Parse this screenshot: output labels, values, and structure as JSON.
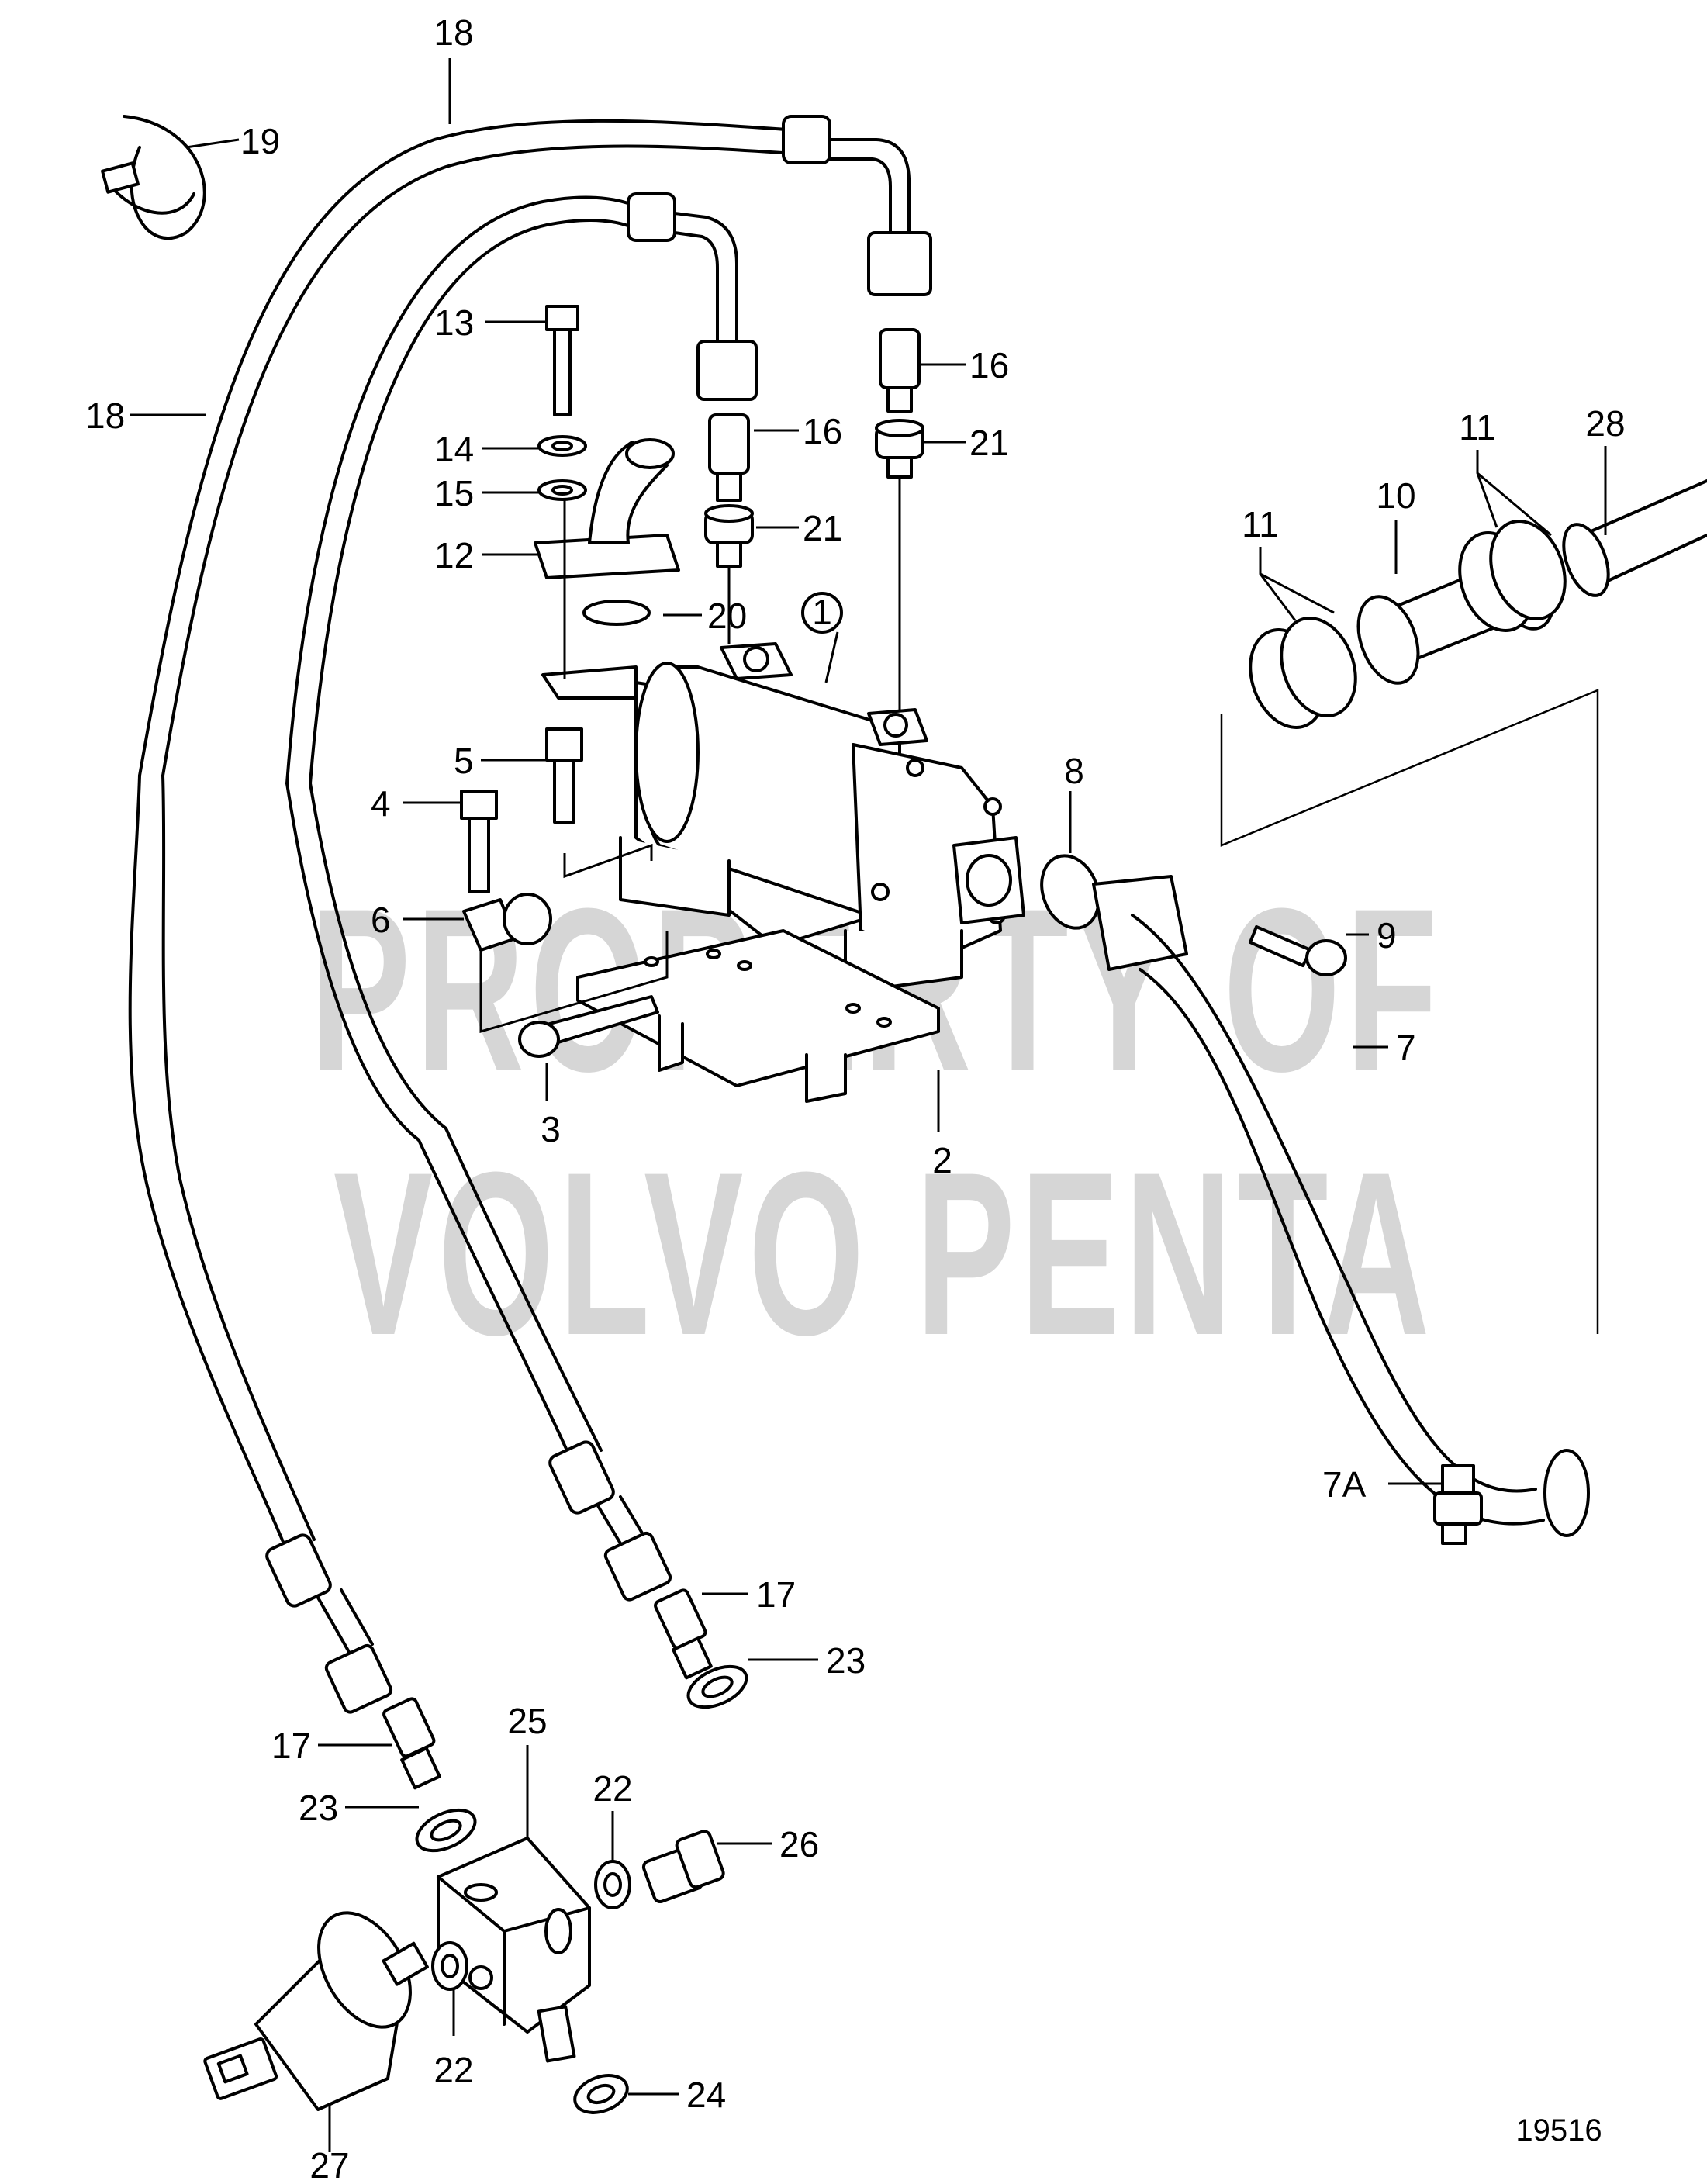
{
  "watermark": {
    "line1": "PROPERTY OF",
    "line2": "VOLVO PENTA"
  },
  "drawing_number": "19516",
  "callouts": {
    "p1": "1",
    "p2": "2",
    "p3": "3",
    "p4": "4",
    "p5": "5",
    "p6": "6",
    "p7": "7",
    "p7A": "7A",
    "p8": "8",
    "p9": "9",
    "p10": "10",
    "p11a": "11",
    "p11b": "11",
    "p12": "12",
    "p13": "13",
    "p14": "14",
    "p15": "15",
    "p16a": "16",
    "p16b": "16",
    "p17a": "17",
    "p17b": "17",
    "p18a": "18",
    "p18b": "18",
    "p19": "19",
    "p20": "20",
    "p21a": "21",
    "p21b": "21",
    "p22a": "22",
    "p22b": "22",
    "p23a": "23",
    "p23b": "23",
    "p24": "24",
    "p25": "25",
    "p26": "26",
    "p27": "27",
    "p28": "28"
  }
}
